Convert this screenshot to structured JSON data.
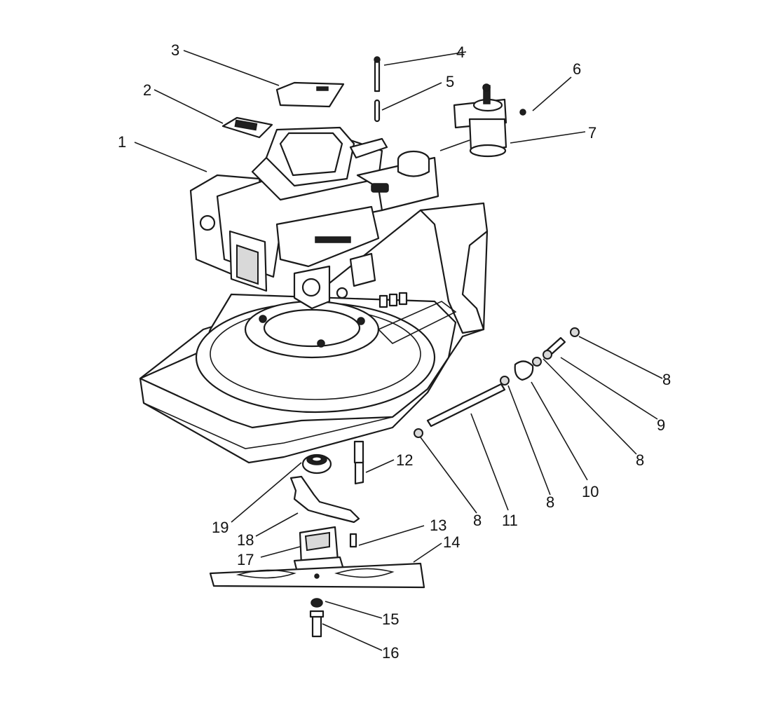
{
  "diagram": {
    "callouts": [
      "1",
      "2",
      "3",
      "4",
      "5",
      "6",
      "7",
      "8",
      "9",
      "8",
      "8",
      "10",
      "8",
      "11",
      "8",
      "12",
      "13",
      "14",
      "15",
      "16",
      "17",
      "18",
      "19"
    ],
    "colors": {
      "line": "#1a1a1a",
      "paper": "#ffffff",
      "shade": "#d9d9d9"
    }
  }
}
